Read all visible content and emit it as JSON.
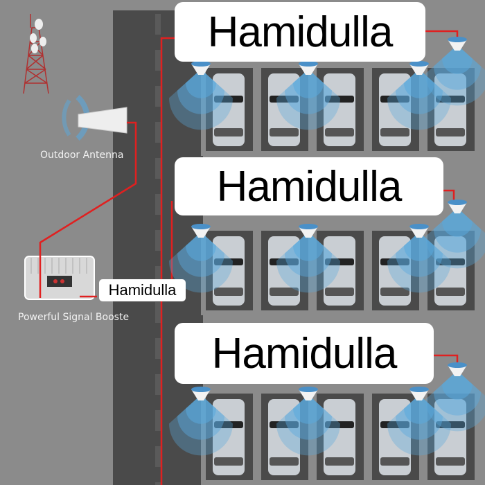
{
  "watermark_text": "Hamidulla",
  "labels": {
    "outdoor_antenna": "Outdoor Antenna",
    "booster": "Powerful Signal Booste"
  },
  "banners": [
    "Hamidulla",
    "Hamidulla",
    "Hamidulla"
  ],
  "booster_banner": "Hamidulla",
  "colors": {
    "background": "#8b8b8b",
    "road": "#4a4a4a",
    "cable": "#e02020",
    "signal": "#5aa9dd"
  }
}
